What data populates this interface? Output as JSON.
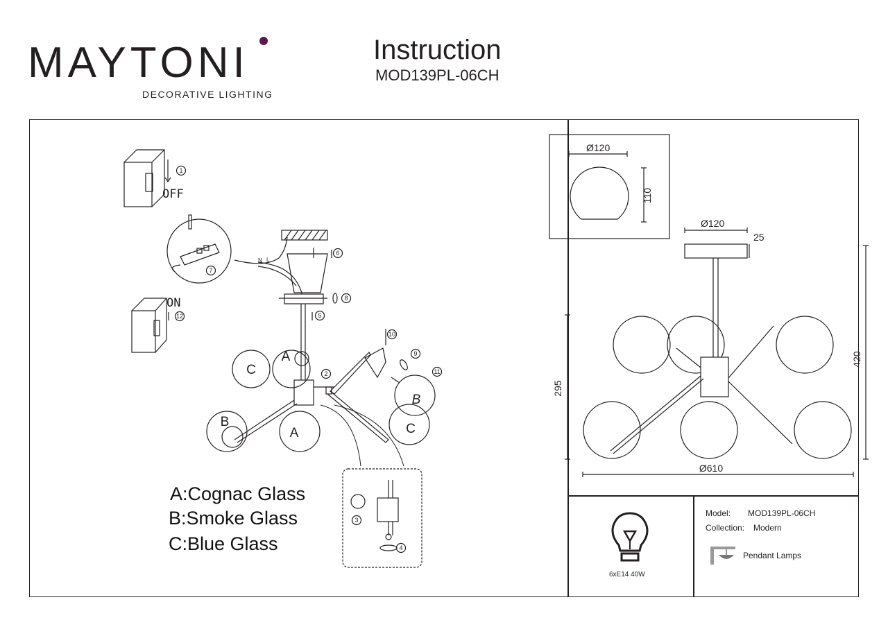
{
  "brand": {
    "name": "MAYTONI",
    "tagline": "DECORATIVE LIGHTING",
    "accent_color": "#5b1a4a"
  },
  "header": {
    "title": "Instruction",
    "model": "MOD139PL-06CH"
  },
  "install": {
    "switch_off_label": "OFF",
    "switch_on_label": "ON",
    "wire_labels": [
      "L",
      "N"
    ],
    "steps": [
      "1",
      "2",
      "3",
      "4",
      "5",
      "6",
      "7",
      "8",
      "9",
      "10",
      "11",
      "12"
    ],
    "shade_markers": [
      "C",
      "A",
      "B",
      "A",
      "B",
      "C"
    ]
  },
  "legend": {
    "a": "A:Cognac Glass",
    "b": "B:Smoke Glass",
    "c": "C:Blue Glass"
  },
  "dimensions": {
    "shade_diameter": "Ø120",
    "shade_height": "110",
    "canopy_diameter": "Ø120",
    "canopy_height": "25",
    "total_height": "420",
    "body_height": "295",
    "total_width": "Ø610"
  },
  "specs": {
    "bulb": "6xE14 40W",
    "model_label": "Model:",
    "model_value": "MOD139PL-06CH",
    "collection_label": "Collection:",
    "collection_value": "Modern",
    "category": "Pendant Lamps"
  }
}
